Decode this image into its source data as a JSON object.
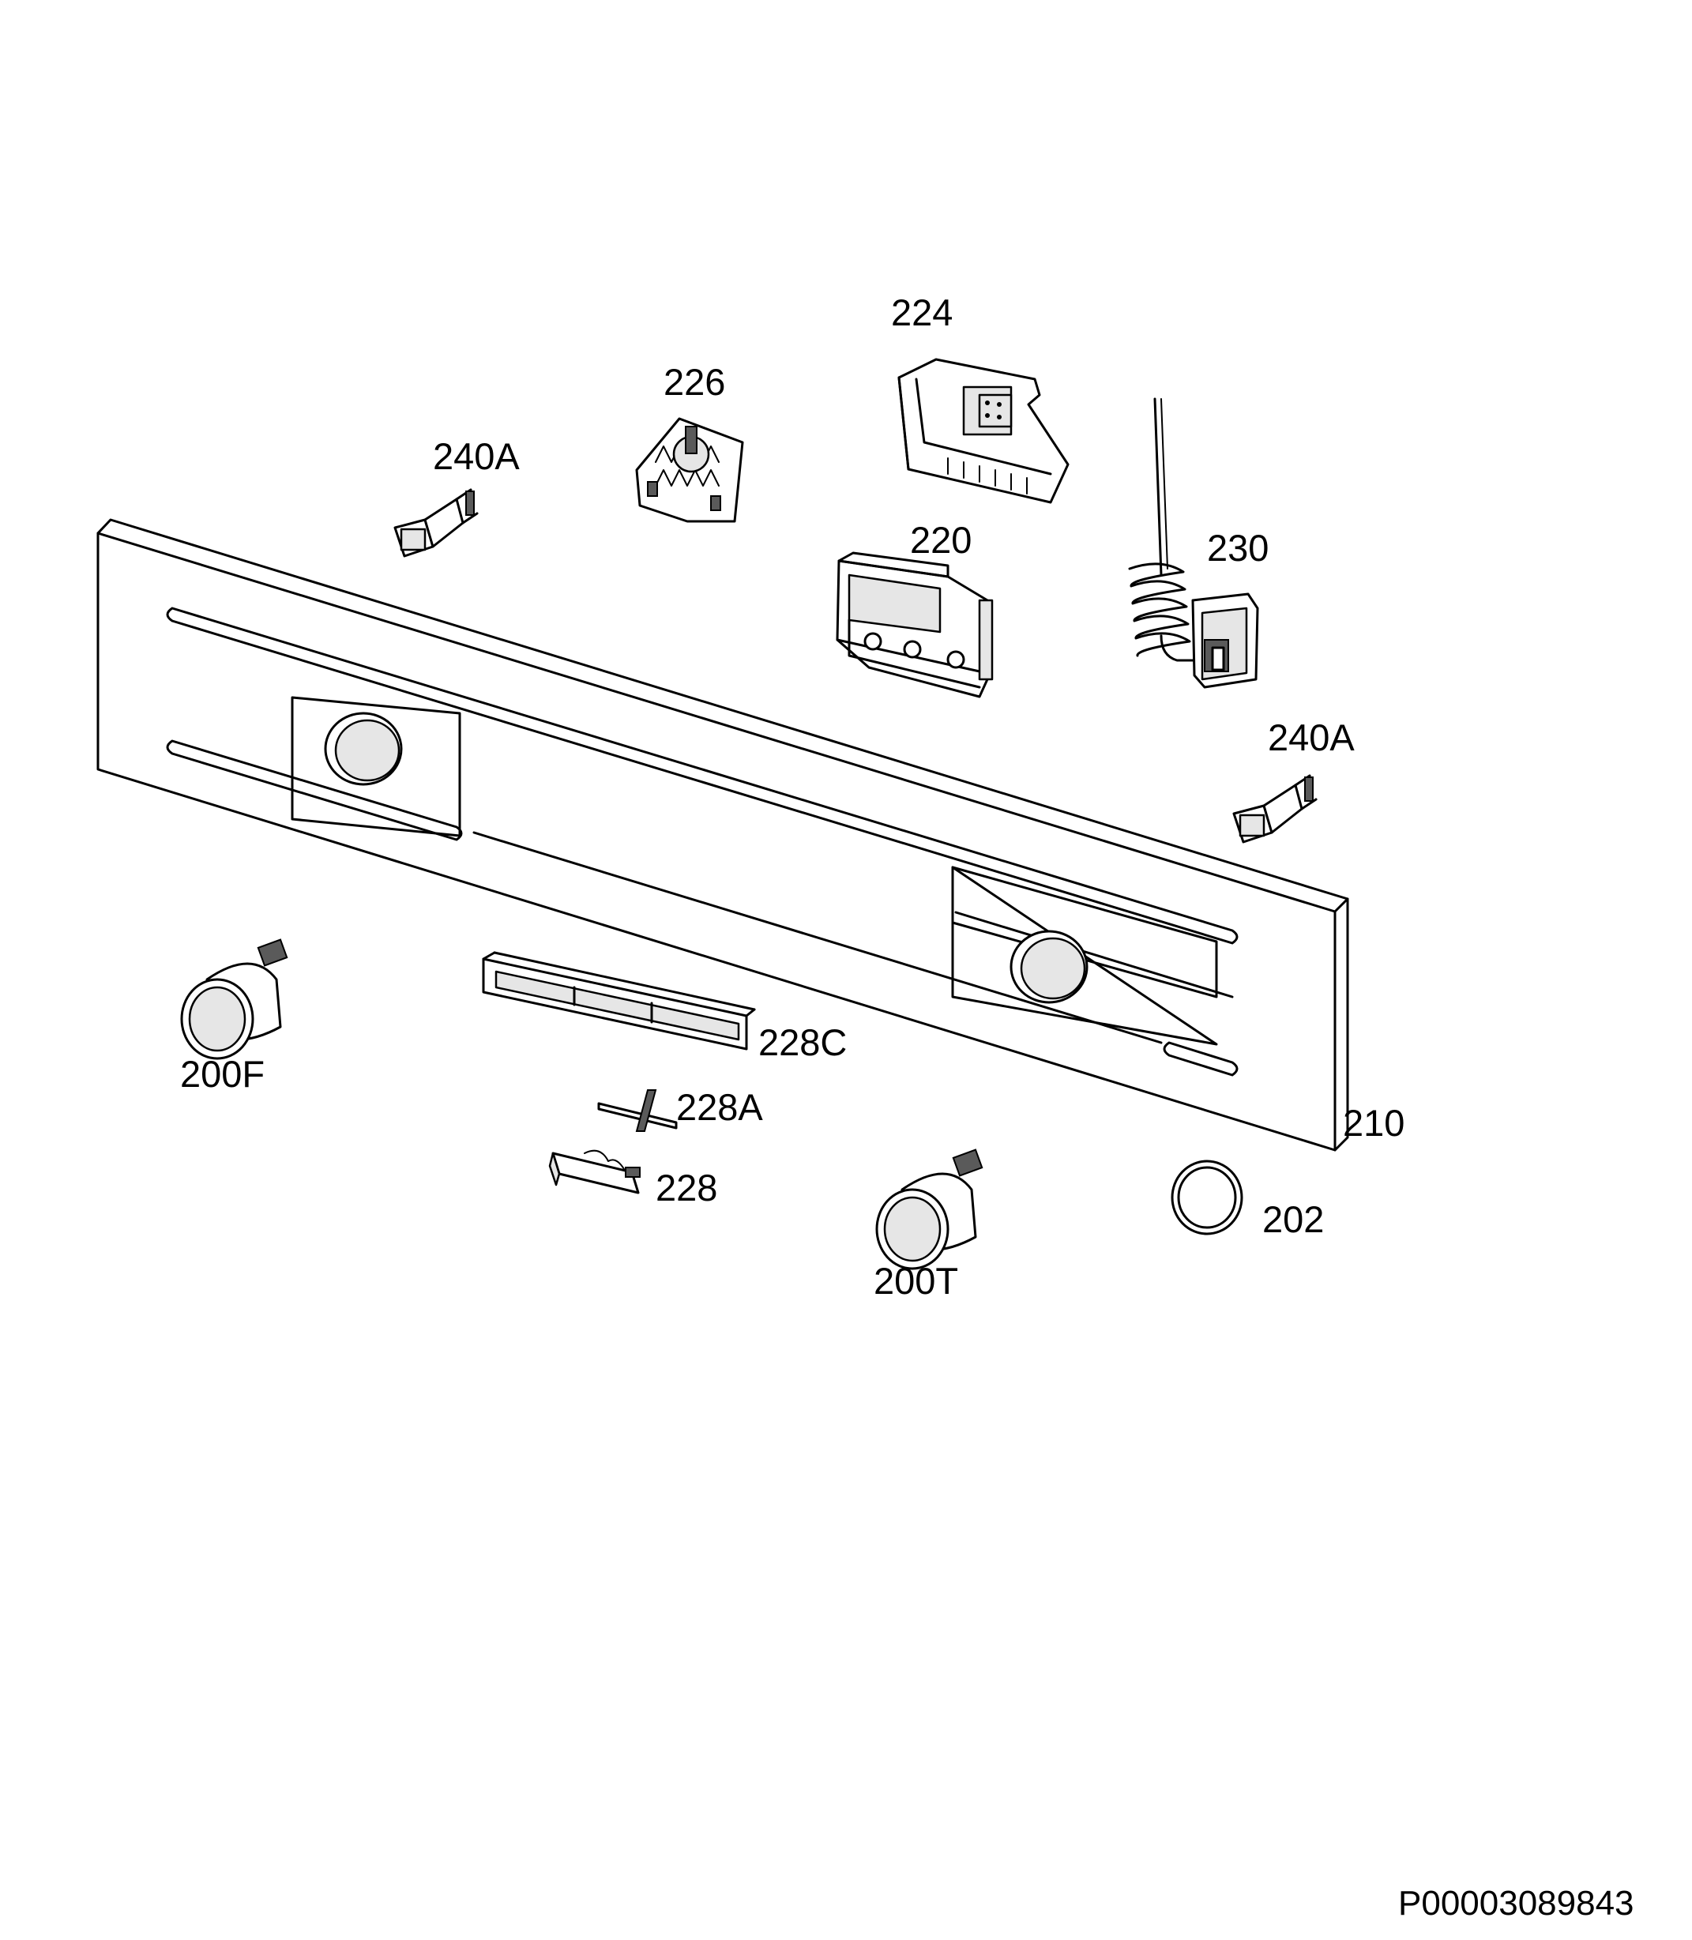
{
  "diagram": {
    "labels": {
      "l224": "224",
      "l226": "226",
      "l240a_top": "240A",
      "l220": "220",
      "l230": "230",
      "l240a_right": "240A",
      "l228c": "228C",
      "l200f": "200F",
      "l228a": "228A",
      "l210": "210",
      "l228": "228",
      "l202": "202",
      "l200t": "200T"
    },
    "document_id": "P00003089843"
  }
}
